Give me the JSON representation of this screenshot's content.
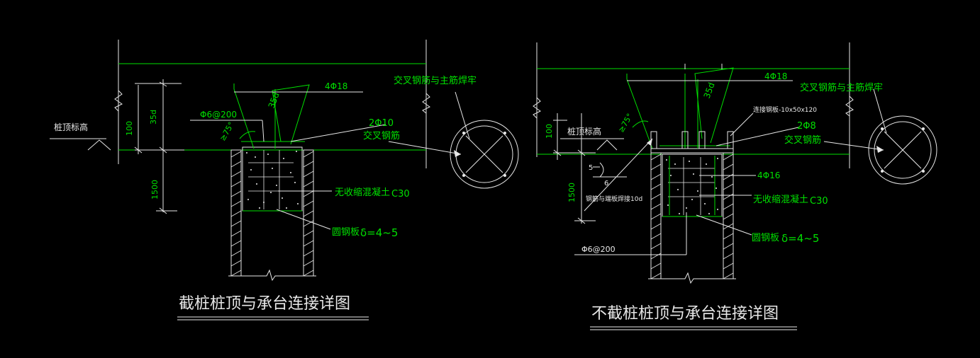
{
  "left": {
    "title": "截桩桩顶与承台连接详图",
    "label_pile_top": "桩顶标高",
    "dim_100": "100",
    "dim_35d_vert": "35d",
    "dim_1500": "1500",
    "stirrup": "Φ6@200",
    "angle": "≥75°",
    "dim_35d_bar": "35d",
    "main_bars": "4Φ18",
    "weld_note": "交叉钢筋与主筋焊牢",
    "cross_bar_size": "2Φ10",
    "cross_bar_name": "交叉钢筋",
    "concrete": "无收缩混凝土",
    "concrete_grade": "C30",
    "plate": "圆钢板",
    "plate_thk": "δ=4~5"
  },
  "right": {
    "title": "不截桩桩顶与承台连接详图",
    "label_pile_top": "桩顶标高",
    "dim_100": "100",
    "dim_1500": "1500",
    "angle": "≥75°",
    "dim_35d_bar": "35d",
    "main_bars": "4Φ18",
    "weld_note": "交叉钢筋与主筋焊牢",
    "conn_plate": "连接钢板-10x50x120",
    "cross_bar_size": "2Φ8",
    "cross_bar_name": "交叉钢筋",
    "pile_bars": "4Φ16",
    "concrete": "无收缩混凝土",
    "concrete_grade": "C30",
    "plate": "圆钢板",
    "plate_thk": "δ=4~5",
    "weld_5": "5",
    "weld_6": "6",
    "weld_len": "钢筋与端板焊接10d",
    "stirrup": "Φ6@200"
  }
}
